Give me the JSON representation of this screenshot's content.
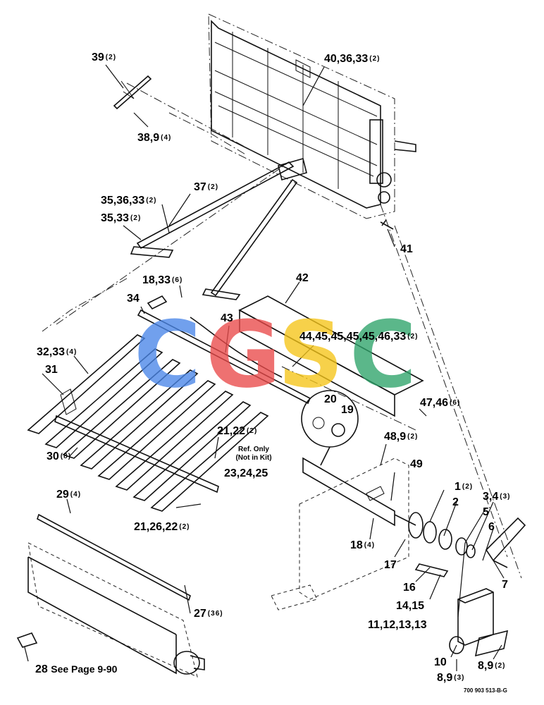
{
  "watermark": {
    "letters": [
      "C",
      "G",
      "S",
      "C"
    ],
    "colors": [
      "#4a86e8",
      "#ea4a4a",
      "#f5c518",
      "#2ea36a"
    ]
  },
  "callouts": [
    {
      "id": "c39",
      "label": "39",
      "qty": "(2)"
    },
    {
      "id": "c40",
      "label": "40,36,33",
      "qty": "(2)"
    },
    {
      "id": "c38",
      "label": "38,9",
      "qty": "(4)"
    },
    {
      "id": "c37",
      "label": "37",
      "qty": "(2)"
    },
    {
      "id": "c35a",
      "label": "35,36,33",
      "qty": "(2)"
    },
    {
      "id": "c35b",
      "label": "35,33",
      "qty": "(2)"
    },
    {
      "id": "c41",
      "label": "41",
      "qty": ""
    },
    {
      "id": "c42",
      "label": "42",
      "qty": ""
    },
    {
      "id": "c18a",
      "label": "18,33",
      "qty": "(6)"
    },
    {
      "id": "c34",
      "label": "34",
      "qty": ""
    },
    {
      "id": "c43",
      "label": "43",
      "qty": ""
    },
    {
      "id": "c44",
      "label": "44,45,45,45,45,46,33",
      "qty": "(2)"
    },
    {
      "id": "c32",
      "label": "32,33",
      "qty": "(4)"
    },
    {
      "id": "c31",
      "label": "31",
      "qty": ""
    },
    {
      "id": "c20",
      "label": "20",
      "qty": ""
    },
    {
      "id": "c19",
      "label": "19",
      "qty": ""
    },
    {
      "id": "c47",
      "label": "47,46",
      "qty": "(6)"
    },
    {
      "id": "c21a",
      "label": "21,22",
      "qty": "(2)"
    },
    {
      "id": "c48",
      "label": "48,9",
      "qty": "(2)"
    },
    {
      "id": "c23",
      "label": "23,24,25",
      "qty": ""
    },
    {
      "id": "c30",
      "label": "30",
      "qty": "(8)"
    },
    {
      "id": "c49",
      "label": "49",
      "qty": ""
    },
    {
      "id": "c1",
      "label": "1",
      "qty": "(2)"
    },
    {
      "id": "c29",
      "label": "29",
      "qty": "(4)"
    },
    {
      "id": "c2",
      "label": "2",
      "qty": ""
    },
    {
      "id": "c3",
      "label": "3,4",
      "qty": "(3)"
    },
    {
      "id": "c5",
      "label": "5",
      "qty": ""
    },
    {
      "id": "c21b",
      "label": "21,26,22",
      "qty": "(2)"
    },
    {
      "id": "c6",
      "label": "6",
      "qty": ""
    },
    {
      "id": "c18b",
      "label": "18",
      "qty": "(4)"
    },
    {
      "id": "c17",
      "label": "17",
      "qty": ""
    },
    {
      "id": "c7",
      "label": "7",
      "qty": ""
    },
    {
      "id": "c16",
      "label": "16",
      "qty": ""
    },
    {
      "id": "c14",
      "label": "14,15",
      "qty": ""
    },
    {
      "id": "c27",
      "label": "27",
      "qty": "(36)"
    },
    {
      "id": "c11",
      "label": "11,12,13,13",
      "qty": ""
    },
    {
      "id": "c10",
      "label": "10",
      "qty": ""
    },
    {
      "id": "c8a",
      "label": "8,9",
      "qty": "(2)"
    },
    {
      "id": "c28",
      "label": "28",
      "qty": "See Page 9-90"
    },
    {
      "id": "c8b",
      "label": "8,9",
      "qty": "(3)"
    }
  ],
  "ref_note": {
    "line1": "Ref. Only",
    "line2": "(Not in Kit)"
  },
  "drawing_number": "700 903 513-B-G"
}
